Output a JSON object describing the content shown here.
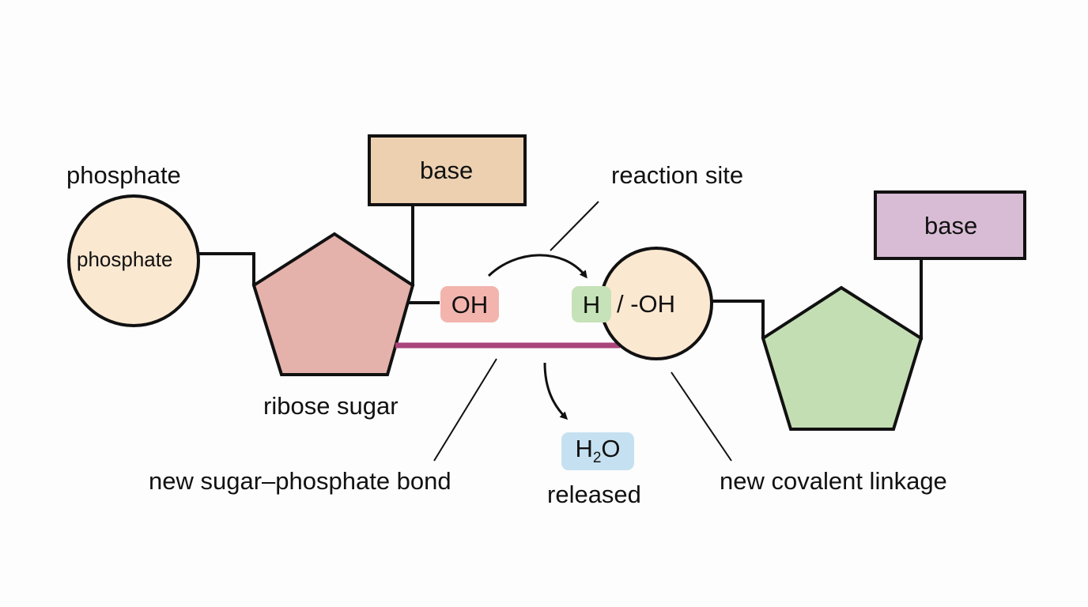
{
  "colors": {
    "phosphate_fill": "#fbe8d1",
    "base1_fill": "#ecd0b0",
    "base2_fill": "#d8bcd5",
    "sugar1_fill": "#e5b1ab",
    "sugar2_fill": "#c4deb4",
    "bond_color": "#a9457a",
    "oh_chip": "#f3b4ae",
    "h_chip": "#c6e2b8",
    "water_chip": "#c5e1f1",
    "stroke": "#111111"
  },
  "labels": {
    "phosphate_title": "phosphate",
    "phosphate_inner": "phosphate",
    "base_left": "base",
    "base_right": "base",
    "reaction_site": "reaction site",
    "ribose_sugar": "ribose sugar",
    "oh_group": "OH",
    "h_group": "H",
    "oh_right": "/ -OH",
    "water_h": "H",
    "water_sub": "2",
    "water_o": "O",
    "released": "released",
    "new_bond": "new sugar–phosphate bond",
    "new_linkage": "new covalent linkage"
  }
}
